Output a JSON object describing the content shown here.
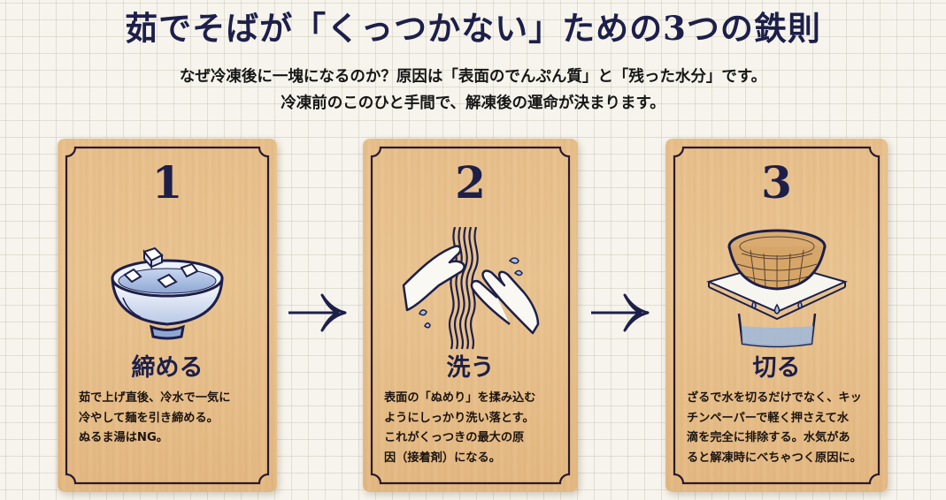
{
  "header": {
    "title": "茹でそばが「くっつかない」ための3つの鉄則",
    "subtitle_line1": "なぜ冷凍後に一塊になるのか？原因は「表面のでんぷん質」と「残った水分」です。",
    "subtitle_line2": "冷凍前のこのひと手間で、解凍後の運命が決まります。"
  },
  "colors": {
    "navy": "#1d1f4a",
    "wood": "#e7bf8b",
    "background": "#f6f4ec",
    "water_blue": "#9fb8dc"
  },
  "steps": [
    {
      "number": "1",
      "icon": "ice-water-bowl-icon",
      "heading": "締める",
      "description": "茹で上げ直後、冷水で一気に\n冷やして麺を引き締める。\nぬるま湯はNG。"
    },
    {
      "number": "2",
      "icon": "hands-washing-noodles-icon",
      "heading": "洗う",
      "description": "表面の「ぬめり」を揉み込む\nようにしっかり洗い落とす。\nこれがくっつきの最大の原\n因（接着剤）になる。"
    },
    {
      "number": "3",
      "icon": "colander-paper-towel-icon",
      "heading": "切る",
      "description": "ざるで水を切るだけでなく、キッ\nチンペーパーで軽く押さえて水\n滴を完全に排除する。水気があ\nると解凍時にべちゃつく原因に。"
    }
  ],
  "arrows": [
    {
      "icon": "right-arrow-icon"
    },
    {
      "icon": "right-arrow-icon"
    }
  ]
}
